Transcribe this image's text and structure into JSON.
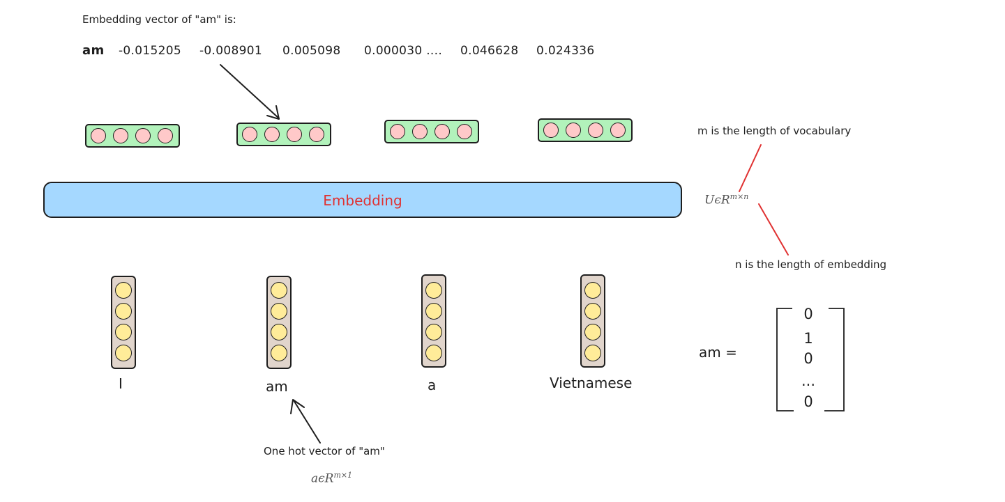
{
  "embedding_caption": "Embedding vector of \"am\" is:",
  "embedding_row": {
    "word": "am",
    "values": [
      "-0.015205",
      "-0.008901",
      "0.005098",
      "0.000030 ....",
      "0.046628",
      "0.024336"
    ]
  },
  "embedding_layer_label": "Embedding",
  "matrix_notation": {
    "base": "UϵR",
    "sup": "m×n"
  },
  "m_note": "m is the length of vocabulary",
  "n_note": "n is the length of embedding",
  "words": [
    "I",
    "am",
    "a",
    "Vietnamese"
  ],
  "one_hot_caption": "One hot vector of \"am\"",
  "one_hot_notation": {
    "base": "aϵR",
    "sup": "m×1"
  },
  "one_hot_equation": {
    "lhs": "am =",
    "values": [
      "0",
      "1",
      "0",
      "...",
      "0"
    ]
  },
  "colors": {
    "embedding_bar": "#a5d8ff",
    "embedding_label": "#e03131",
    "embedding_vector_fill": "#b2f2bb",
    "embedding_unit": "#ffc9c9",
    "one_hot_vector_fill": "#e1d5cc",
    "one_hot_unit": "#ffec99",
    "note_connector": "#e03131"
  }
}
